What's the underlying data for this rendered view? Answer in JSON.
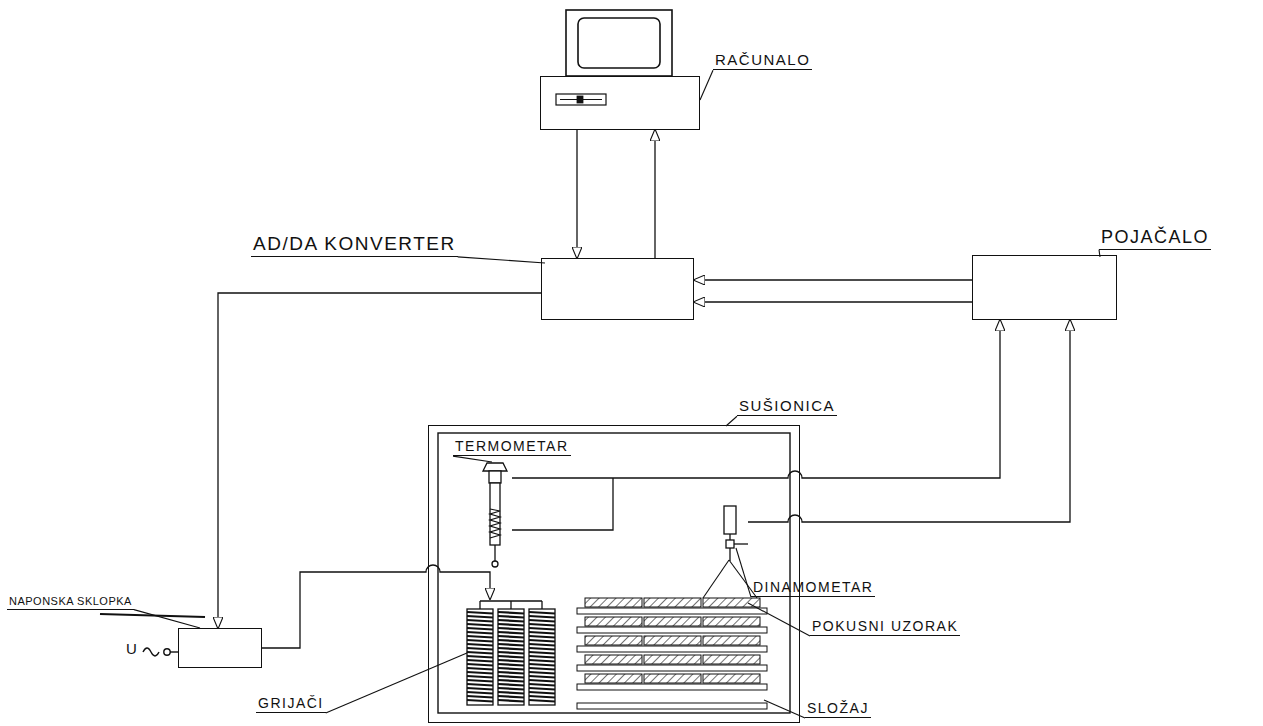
{
  "diagram": {
    "nodes": [
      {
        "text": [
          "RAČUNALO"
        ]
      },
      {
        "text": [
          "AD/DA KONVERTER"
        ]
      },
      {
        "text": [
          "POJAČALO"
        ]
      },
      {
        "text": [
          "NAPONSKA SKLOPKA"
        ]
      },
      {
        "text": [
          "SUŠIONICA"
        ]
      },
      {
        "text": [
          "TERMOMETAR"
        ],
        "in": 4
      },
      {
        "text": [
          "DINAMOMETAR"
        ],
        "in": 4
      },
      {
        "text": [
          "GRIJAČI"
        ],
        "in": 4
      }
    ],
    "edges": [
      {
        "from": 0,
        "to": 1,
        "arrow": "to"
      },
      {
        "from": 1,
        "to": 0,
        "arrow": "to"
      },
      {
        "from": 2,
        "to": 1,
        "arrow": "to"
      },
      {
        "from": 2,
        "to": 1,
        "arrow": "to"
      },
      {
        "from": 1,
        "to": 3,
        "arrow": "to"
      },
      {
        "from": 3,
        "to": 7,
        "arrow": "to"
      },
      {
        "from": 5,
        "to": 2,
        "arrow": "to"
      },
      {
        "from": 6,
        "to": 2,
        "arrow": "to"
      }
    ],
    "labels": [
      "POKUSNI UZORAK",
      "SLOŽAJ",
      "U"
    ]
  }
}
